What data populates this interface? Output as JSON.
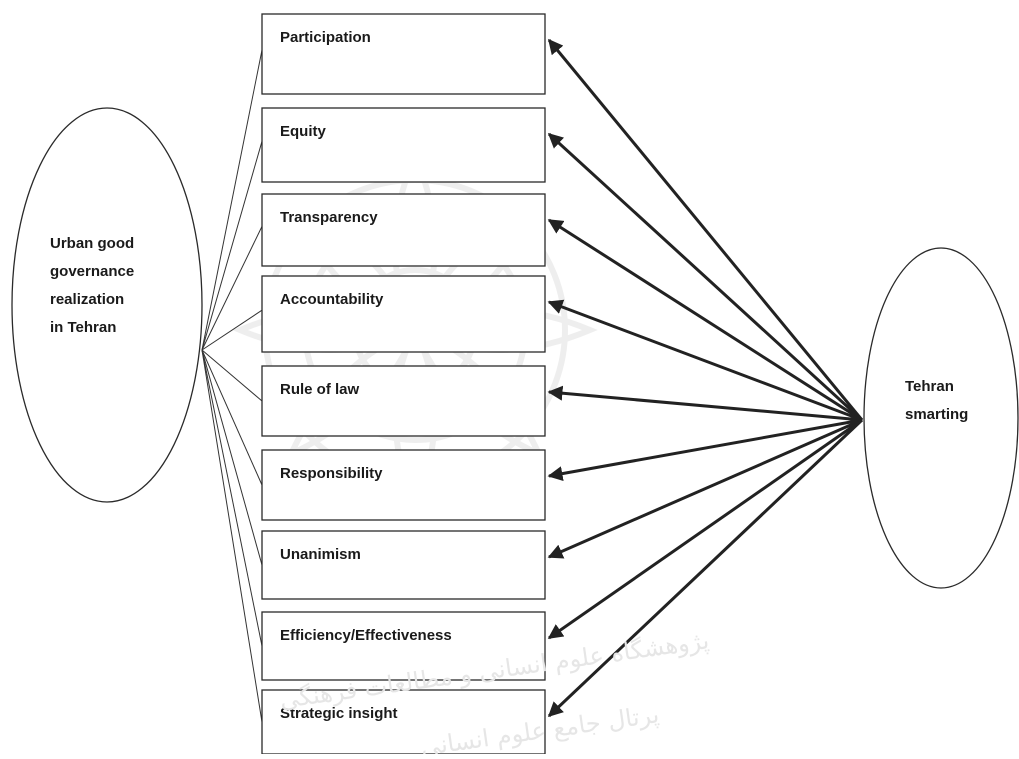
{
  "diagram": {
    "left_node": {
      "lines": [
        "Urban good",
        "governance",
        "realization",
        "in Tehran"
      ]
    },
    "right_node": {
      "lines": [
        "Tehran",
        "smarting"
      ]
    },
    "indicators": [
      {
        "label": "Participation"
      },
      {
        "label": "Equity"
      },
      {
        "label": "Transparency"
      },
      {
        "label": "Accountability"
      },
      {
        "label": "Rule of law"
      },
      {
        "label": "Responsibility"
      },
      {
        "label": "Unanimism"
      },
      {
        "label": "Efficiency/Effectiveness"
      },
      {
        "label": "Strategic insight"
      }
    ],
    "watermark_text": [
      "پژوهشگاه علوم انسانی و مطالعات فرهنگی",
      "پرتال جامع علوم انسانی"
    ],
    "colors": {
      "stroke": "#222222",
      "watermark": "#e6e6e6"
    }
  }
}
